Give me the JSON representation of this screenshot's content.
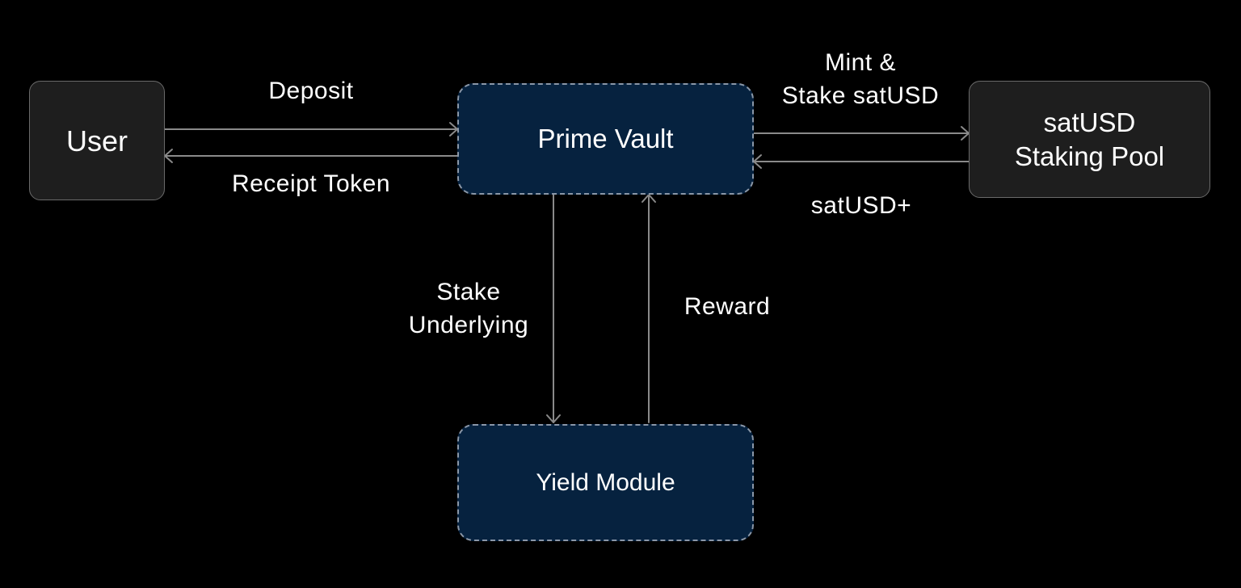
{
  "nodes": {
    "user": "User",
    "prime_vault": "Prime Vault",
    "staking_pool": "satUSD\nStaking Pool",
    "yield_module": "Yield Module"
  },
  "edges": {
    "deposit": "Deposit",
    "receipt_token": "Receipt Token",
    "mint_stake": "Mint &\nStake satUSD",
    "satusd_plus": "satUSD+",
    "stake_underlying": "Stake\nUnderlying",
    "reward": "Reward"
  },
  "colors": {
    "background": "#000000",
    "solid_node_fill": "#1e1e1e",
    "dashed_node_fill": "#06223f",
    "arrow": "#8a8a8a"
  }
}
